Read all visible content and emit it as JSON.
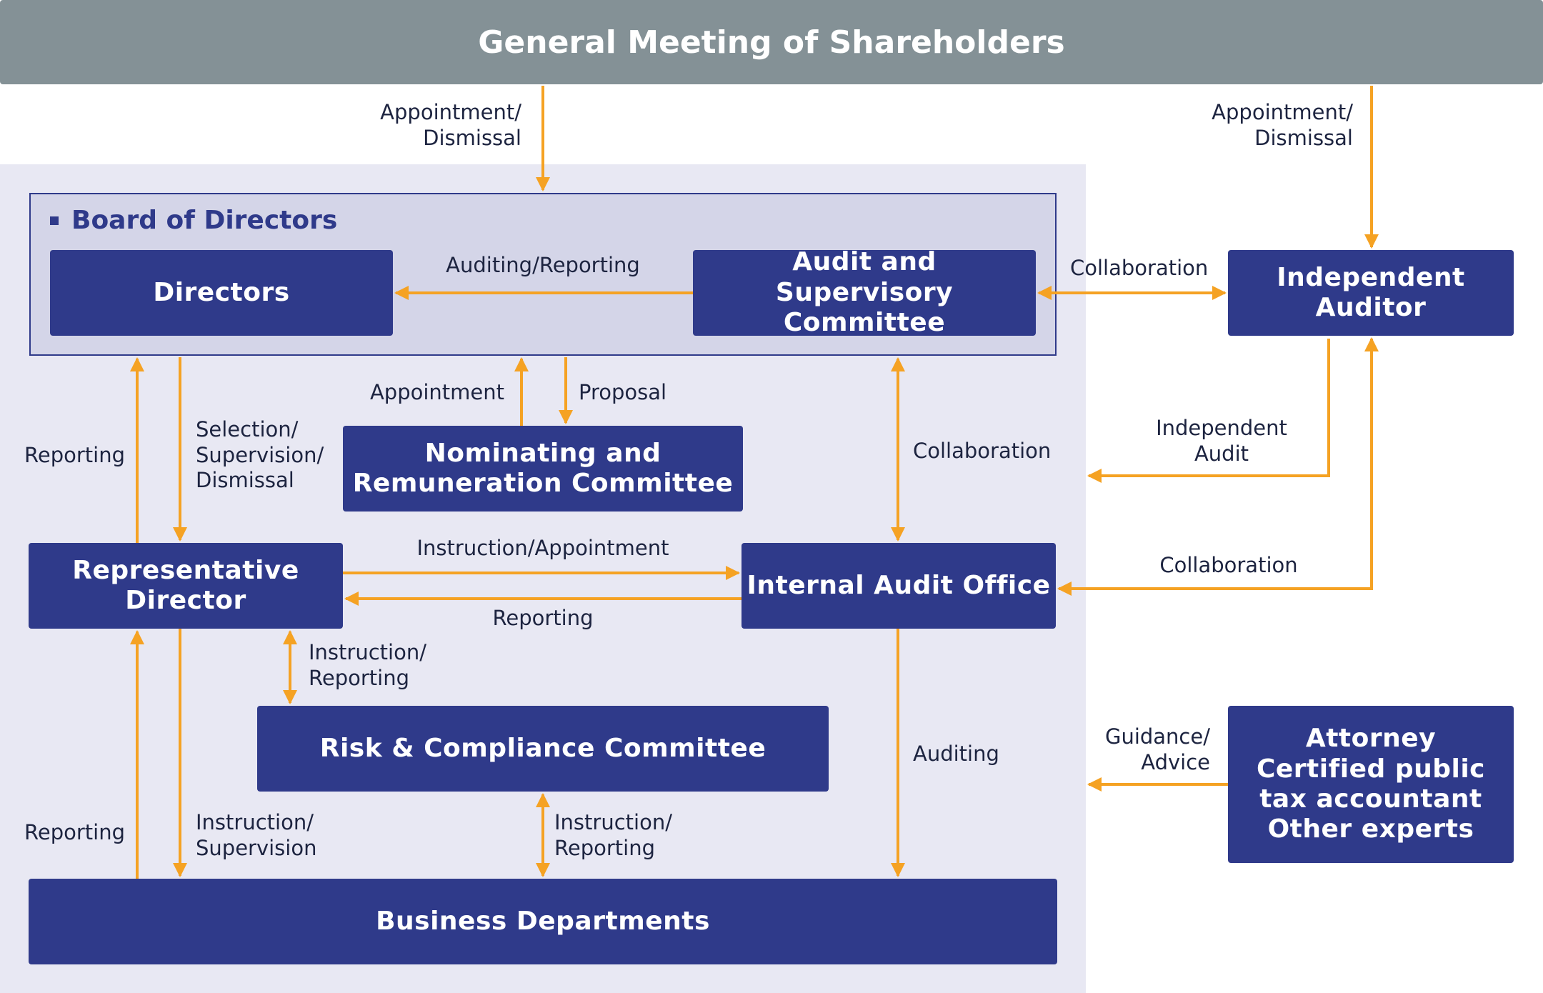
{
  "top": {
    "title": "General Meeting of Shareholders"
  },
  "board": {
    "title": "Board of Directors"
  },
  "boxes": {
    "directors": "Directors",
    "audit_committee": "Audit and\nSupervisory Committee",
    "independent_auditor": "Independent\nAuditor",
    "nominating": "Nominating and\nRemuneration Committee",
    "representative": "Representative\nDirector",
    "internal_audit": "Internal Audit Office",
    "risk": "Risk & Compliance Committee",
    "experts": "Attorney\nCertified public\ntax accountant\nOther experts",
    "business": "Business Departments"
  },
  "labels": {
    "appointment_dismissal_left": "Appointment/\nDismissal",
    "appointment_dismissal_right": "Appointment/\nDismissal",
    "auditing_reporting": "Auditing/Reporting",
    "collaboration_top": "Collaboration",
    "appointment": "Appointment",
    "proposal": "Proposal",
    "reporting_upper": "Reporting",
    "selection": "Selection/\nSupervision/\nDismissal",
    "collaboration_mid": "Collaboration",
    "independent_audit": "Independent\nAudit",
    "instruction_appointment": "Instruction/Appointment",
    "reporting_mid": "Reporting",
    "collaboration_low": "Collaboration",
    "instruction_reporting_left": "Instruction/\nReporting",
    "auditing": "Auditing",
    "guidance_advice": "Guidance/\nAdvice",
    "reporting_lower": "Reporting",
    "instruction_supervision": "Instruction/\nSupervision",
    "instruction_reporting_bottom": "Instruction/\nReporting"
  },
  "colors": {
    "navy": "#2f3a8a",
    "arrow": "#f5a223",
    "gray": "#849196",
    "panel": "#e8e8f3",
    "board": "#d4d5e8"
  }
}
